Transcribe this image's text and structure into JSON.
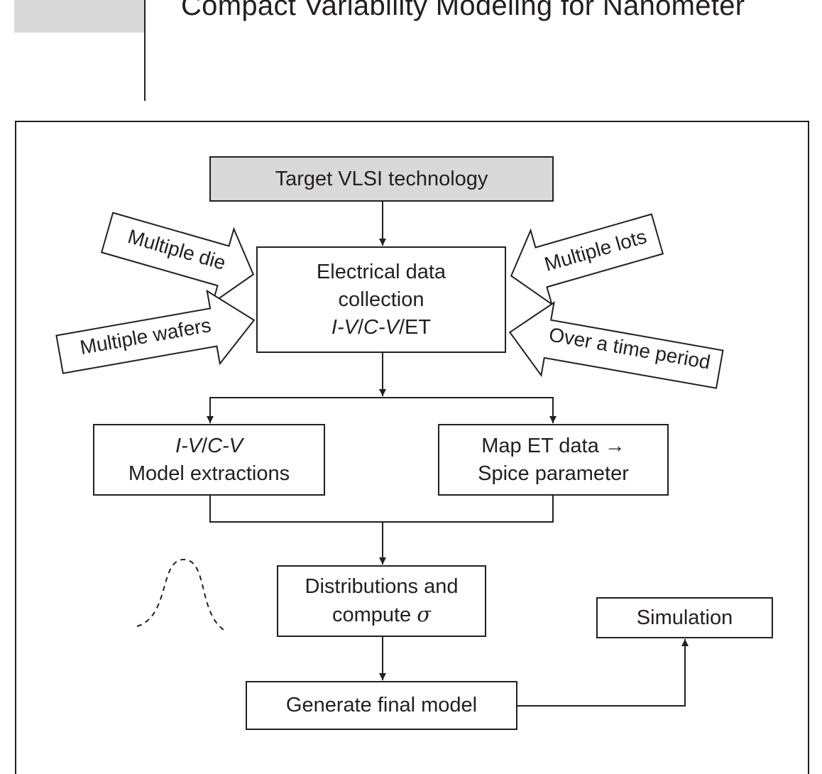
{
  "header": {
    "title": "Compact Variability Modeling for Nanometer"
  },
  "nodes": {
    "target": {
      "label": "Target VLSI technology"
    },
    "collection": {
      "line1": "Electrical data",
      "line2": "collection",
      "line3_iv": "I-V",
      "line3_sep": "/",
      "line3_cv": "C-V",
      "line3_et": "/ET"
    },
    "extract": {
      "line1_iv": "I-V",
      "line1_sep": "/",
      "line1_cv": "C-V",
      "line2": "Model extractions"
    },
    "map": {
      "line1": "Map ET data →",
      "line2": "Spice parameter"
    },
    "dist": {
      "line1": "Distributions and",
      "line2": "compute ",
      "sigma": "σ"
    },
    "final": {
      "label": "Generate final model"
    },
    "sim": {
      "label": "Simulation"
    }
  },
  "inputs": {
    "die": "Multiple die",
    "wafers": "Multiple wafers",
    "lots": "Multiple lots",
    "time": "Over a time period"
  },
  "colors": {
    "line": "#231f20",
    "shade": "#d9d9d9"
  }
}
